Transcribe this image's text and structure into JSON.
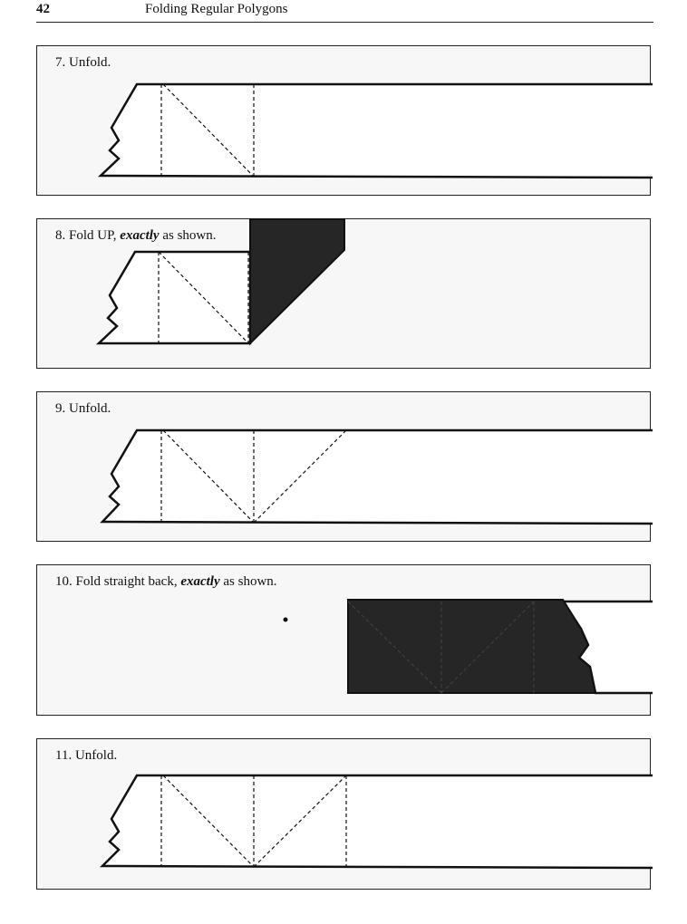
{
  "header": {
    "page_number": "42",
    "running_title": "Folding Regular Polygons"
  },
  "steps": [
    {
      "label": "7. Unfold.",
      "label_pre": "7. Unfold.",
      "label_em": "",
      "label_post": ""
    },
    {
      "label": "8. Fold UP, exactly as shown.",
      "label_pre": "8. Fold UP, ",
      "label_em": "exactly",
      "label_post": " as shown."
    },
    {
      "label": "9. Unfold.",
      "label_pre": "9. Unfold.",
      "label_em": "",
      "label_post": ""
    },
    {
      "label": "10. Fold straight back, exactly as shown.",
      "label_pre": "10. Fold straight back, ",
      "label_em": "exactly",
      "label_post": " as shown."
    },
    {
      "label": "11. Unfold.",
      "label_pre": "11. Unfold.",
      "label_em": "",
      "label_post": ""
    }
  ],
  "colors": {
    "paper": "#ffffff",
    "panel": "#f7f7f7",
    "line": "#111111",
    "shaded": "#262626"
  }
}
